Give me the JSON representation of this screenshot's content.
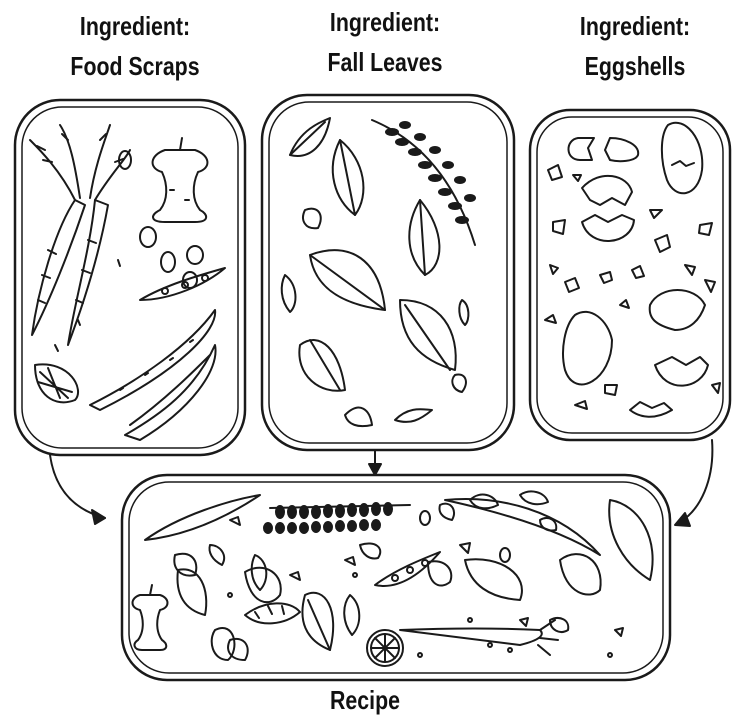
{
  "ingredients": [
    {
      "heading": "Ingredient:",
      "name": "Food Scraps"
    },
    {
      "heading": "Ingredient:",
      "name": "Fall Leaves"
    },
    {
      "heading": "Ingredient:",
      "name": "Eggshells"
    }
  ],
  "result": {
    "name": "Recipe"
  },
  "colors": {
    "ink": "#1a1a1a",
    "background": "#ffffff"
  }
}
